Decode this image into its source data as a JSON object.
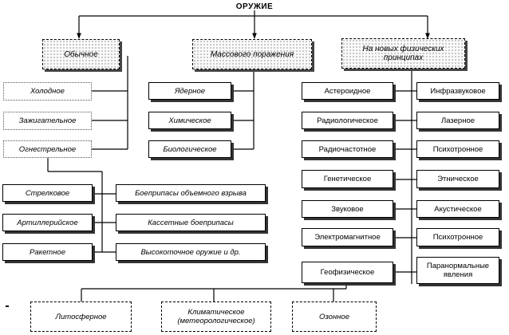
{
  "title": "ОРУЖИЕ",
  "top": {
    "conventional": "Обычное",
    "mass_destruction": "Массового поражения",
    "new_principles": "На новых физических принципах"
  },
  "conventional": {
    "items": [
      "Холодное",
      "Зажигательное",
      "Огнестрельное"
    ],
    "firearms": [
      "Стрелковое",
      "Артиллерийское",
      "Ракетное"
    ],
    "munitions": [
      "Боеприпасы объемного взрыва",
      "Кассетные боеприпасы",
      "Высокоточное оружие и др."
    ]
  },
  "mass_destruction": {
    "items": [
      "Ядерное",
      "Химическое",
      "Биологическое"
    ]
  },
  "new_principles": {
    "left": [
      "Астероидное",
      "Радиологическое",
      "Радиочастотное",
      "Генетическое",
      "Звуковое",
      "Электромагнитное",
      "Геофизическое"
    ],
    "right": [
      "Инфразвуковое",
      "Лазерное",
      "Психотронное",
      "Этническое",
      "Акустическое",
      "Психотронное",
      "Паранормальные явления"
    ]
  },
  "geophysical": [
    "Литосферное",
    "Климатическое (метеорологическое)",
    "Озонное"
  ]
}
